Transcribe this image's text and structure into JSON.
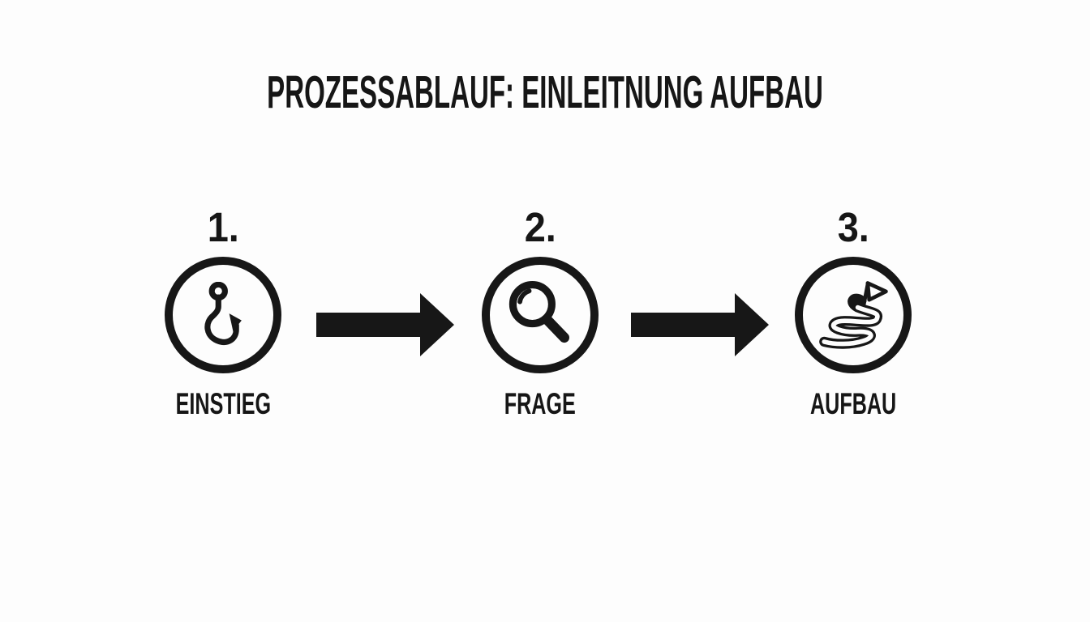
{
  "colors": {
    "background": "#fdfdfd",
    "ink": "#171717"
  },
  "title": "PROZESSABLAUF: EINLEITNUNG AUFBAU",
  "steps": [
    {
      "number": "1.",
      "label": "EINSTIEG",
      "icon": "fishing-hook-icon"
    },
    {
      "number": "2.",
      "label": "FRAGE",
      "icon": "magnifying-glass-icon"
    },
    {
      "number": "3.",
      "label": "AUFBAU",
      "icon": "winding-path-flag-icon"
    }
  ],
  "connectors": [
    {
      "icon": "arrow-right-icon"
    },
    {
      "icon": "arrow-right-icon"
    }
  ]
}
